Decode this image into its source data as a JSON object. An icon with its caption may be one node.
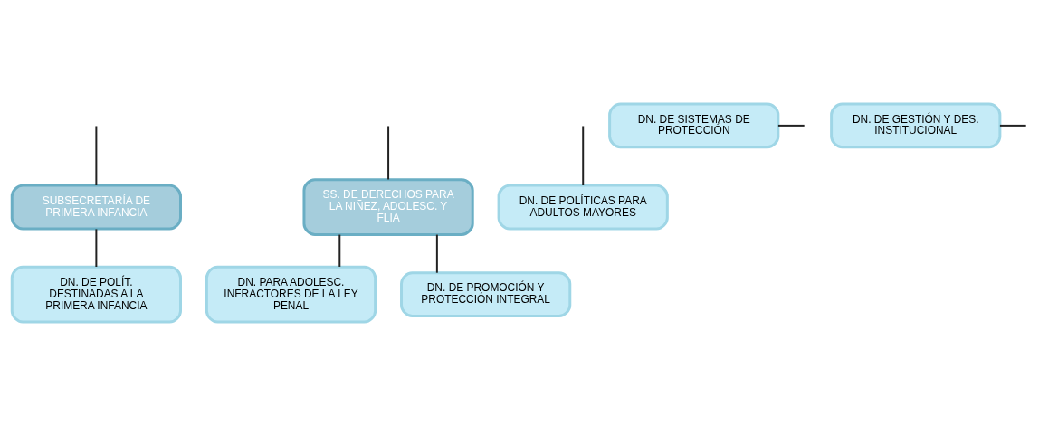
{
  "diagram": {
    "nodes": [
      {
        "text": [
          "SUBSECRETARÍA DE PRIMERA INFANCIA"
        ]
      },
      {
        "text": [
          "SS. DE DERECHOS PARA LA NIÑEZ, ADOLESC. Y FLIA"
        ]
      },
      {
        "text": [
          "DN. DE POLÍTICAS PARA ADULTOS MAYORES"
        ]
      },
      {
        "text": [
          "DN. DE POLÍT. DESTINADAS A LA PRIMERA INFANCIA"
        ]
      },
      {
        "text": [
          "DN. PARA ADOLESC. INFRACTORES DE LA LEY PENAL"
        ]
      },
      {
        "text": [
          "DN. DE PROMOCIÓN Y PROTECCIÓN INTEGRAL"
        ]
      },
      {
        "text": [
          "DN. DE SISTEMAS DE PROTECCIÓN"
        ]
      },
      {
        "text": [
          "DN. DE GESTIÓN Y DES. INSTITUCIONAL"
        ]
      }
    ],
    "edges": [
      {
        "from": null,
        "to": 2,
        "arrow": "none"
      },
      {
        "from": null,
        "to": 0,
        "arrow": "none"
      },
      {
        "from": null,
        "to": 1,
        "arrow": "none"
      },
      {
        "from": 0,
        "to": 3,
        "arrow": "none"
      },
      {
        "from": 1,
        "to": 4,
        "arrow": "none"
      },
      {
        "from": 1,
        "to": 5,
        "arrow": "none"
      },
      {
        "from": 6,
        "to": null,
        "arrow": "none"
      },
      {
        "from": 7,
        "to": null,
        "arrow": "none"
      }
    ]
  }
}
